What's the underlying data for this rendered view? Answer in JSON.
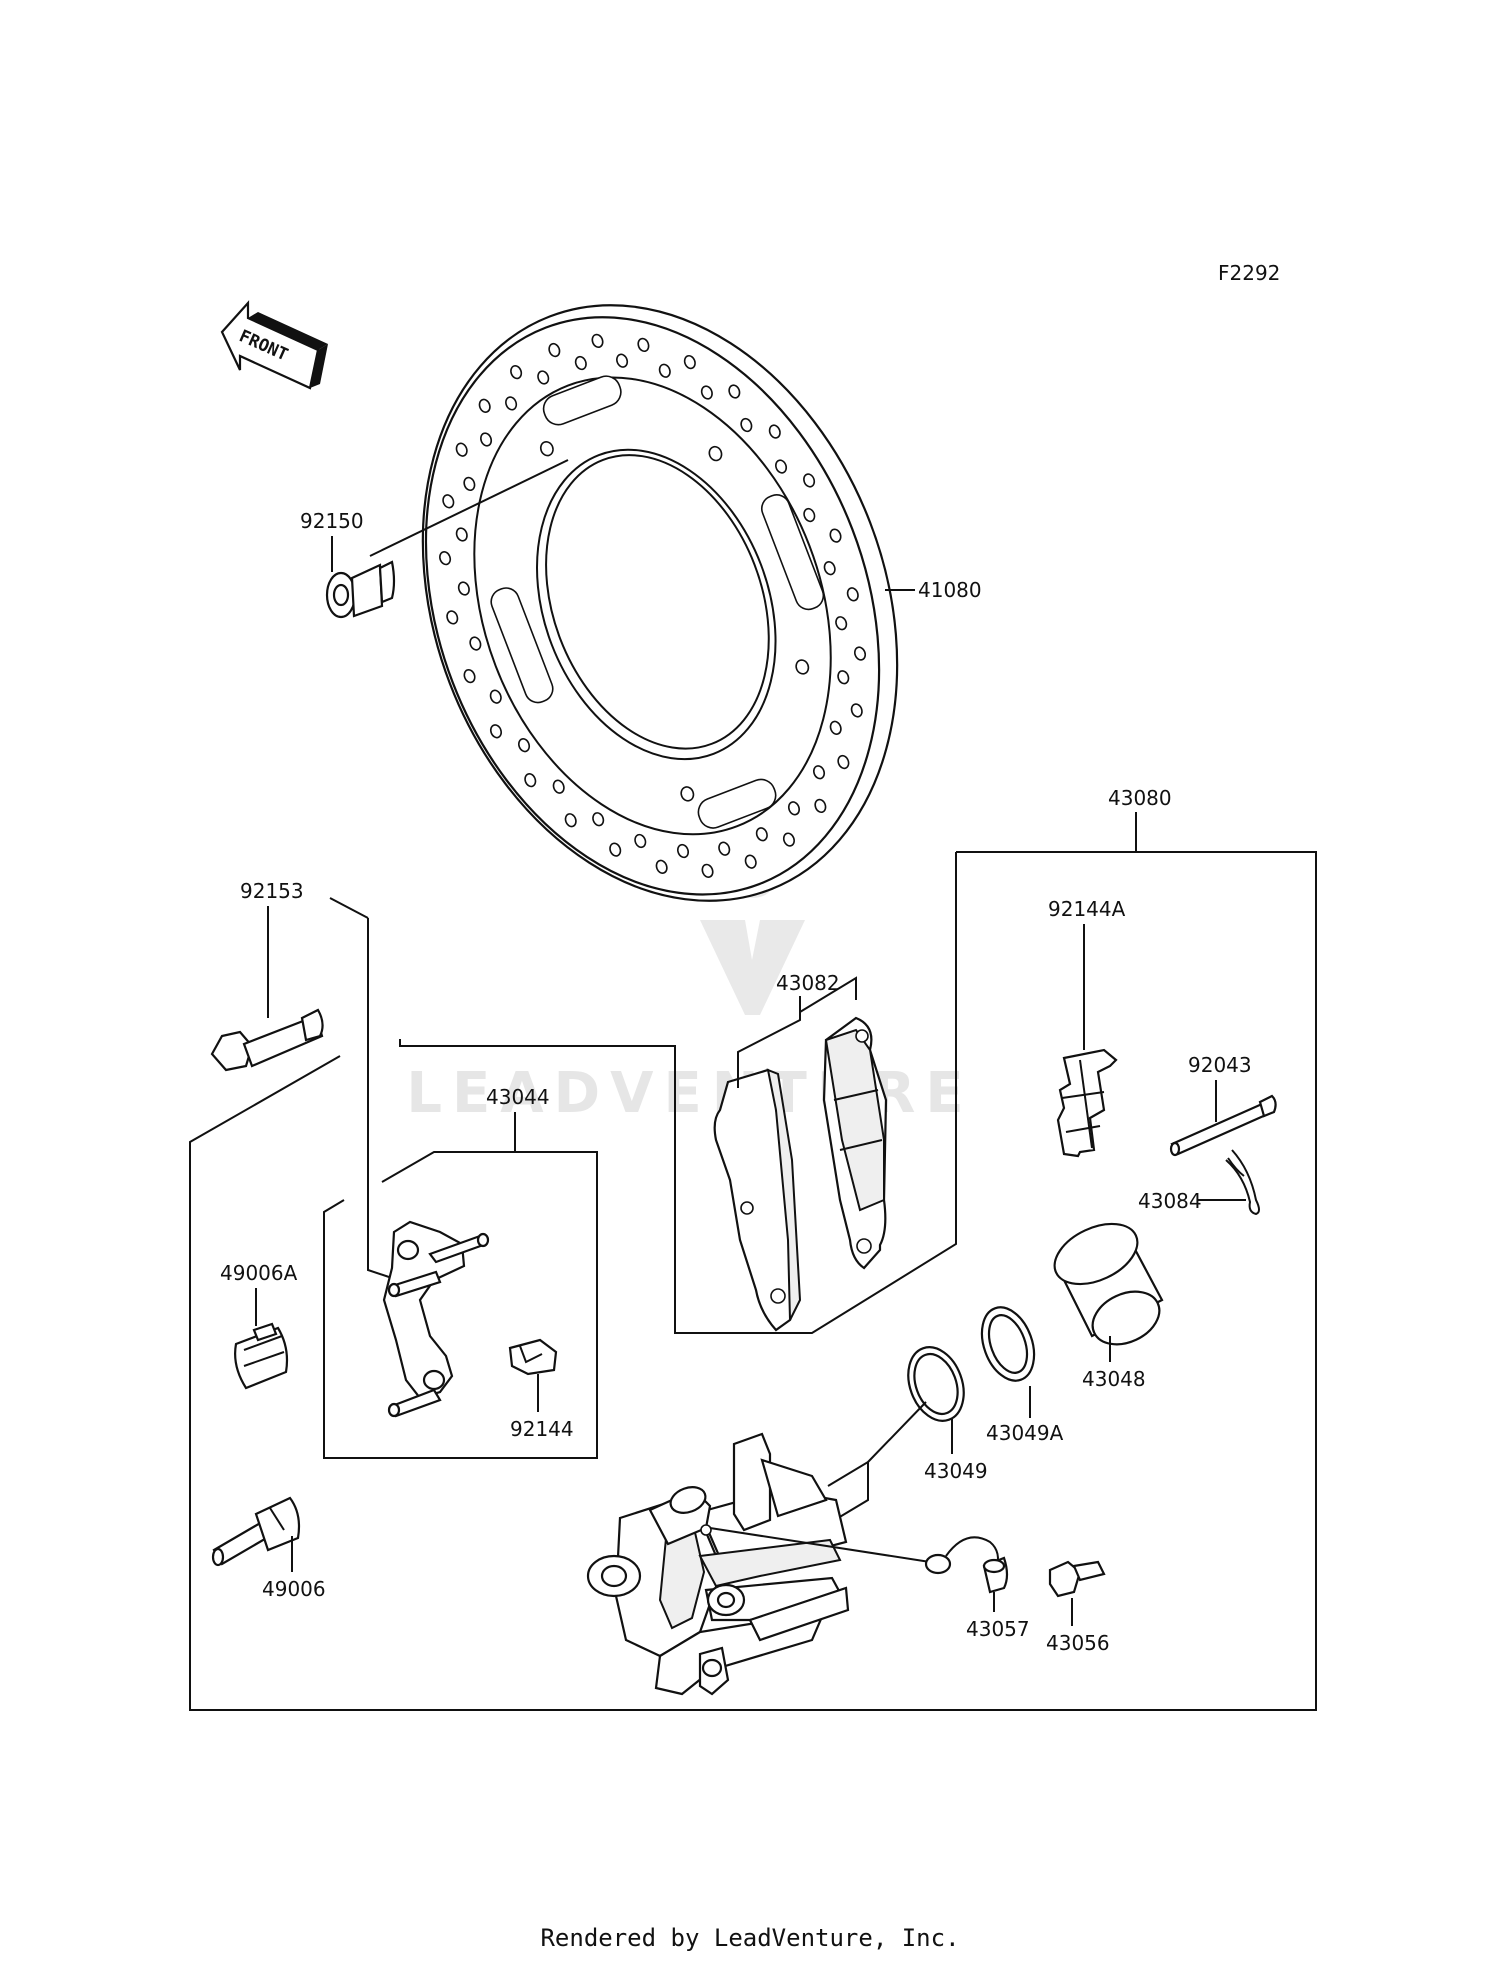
{
  "figure_code": "F2292",
  "direction_arrow": {
    "text": "FRONT",
    "icon": "front-arrow-icon"
  },
  "part_labels": {
    "p41080": "41080",
    "p92150": "92150",
    "p43080": "43080",
    "p92153": "92153",
    "p43082": "43082",
    "p92144A": "92144A",
    "p92043": "92043",
    "p43084": "43084",
    "p43044": "43044",
    "p49006A": "49006A",
    "p92144": "92144",
    "p43048": "43048",
    "p43049A": "43049A",
    "p43049": "43049",
    "p49006": "49006",
    "p43057": "43057",
    "p43056": "43056"
  },
  "watermark": {
    "text": "LEADVENTURE"
  },
  "footer": "Rendered by LeadVenture, Inc."
}
